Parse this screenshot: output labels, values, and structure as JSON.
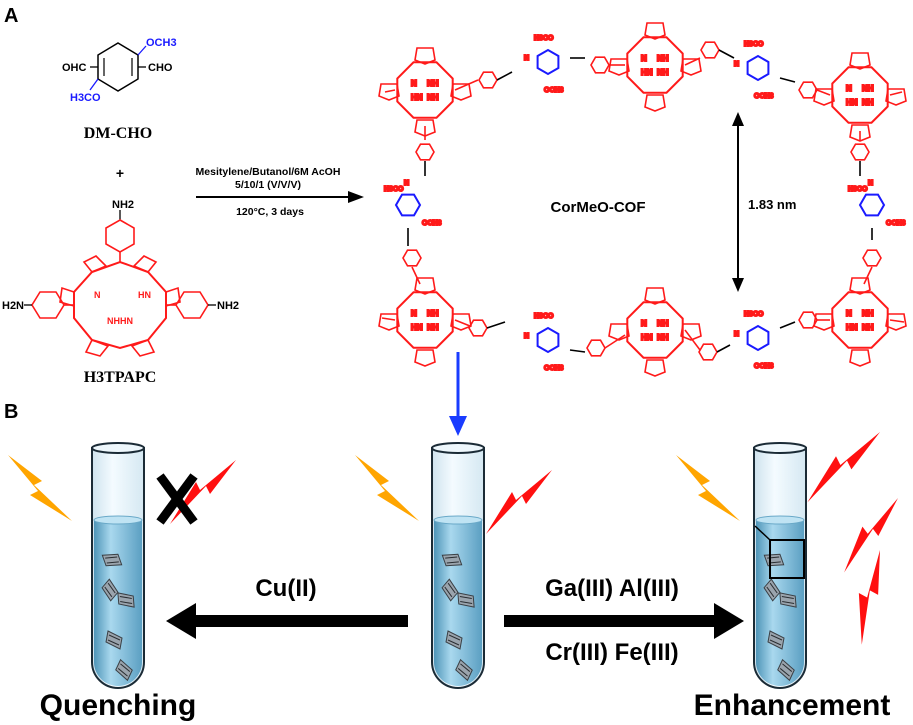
{
  "panel_labels": {
    "a": "A",
    "b": "B"
  },
  "reactants": {
    "aldehyde": {
      "name": "DM-CHO",
      "groups": {
        "cho_left": "OHC",
        "cho_right": "CHO",
        "methoxy_top": "OCH3",
        "methoxy_bottom": "H3CO"
      }
    },
    "plus": "+",
    "amine": {
      "name": "H3TPAPC",
      "groups": {
        "nh2_top": "NH2",
        "nh2_left": "H2N",
        "nh2_right": "NH2"
      },
      "ring_labels": [
        "N",
        "HN",
        "NHHN"
      ]
    }
  },
  "conditions": {
    "line1": "Mesitylene/Butanol/6M AcOH",
    "line2": "5/10/1 (V/V/V)",
    "line3": "120°C, 3 days"
  },
  "product": {
    "name": "CorMeO-COF",
    "pore_size": "1.83 nm",
    "core_labels": {
      "n": "N",
      "nh": "NH",
      "hn": "HN"
    },
    "linker_labels": {
      "methoxy": "OCH3",
      "methoxy_alt": "H3CO",
      "imine_n": "N"
    }
  },
  "sensing": {
    "quench_ion": "Cu(II)",
    "enhance_ions_line1": "Ga(III) Al(III)",
    "enhance_ions_line2": "Cr(III) Fe(III)",
    "left_caption": "Quenching",
    "right_caption": "Enhancement"
  },
  "colors": {
    "porphyrin": "#ff1a1a",
    "linker": "#1a1aff",
    "arrow_blue": "#1a3cff",
    "excitation": "#ffa500",
    "emission": "#ff1010",
    "liquid": "#7fbfdc",
    "black": "#000000"
  }
}
